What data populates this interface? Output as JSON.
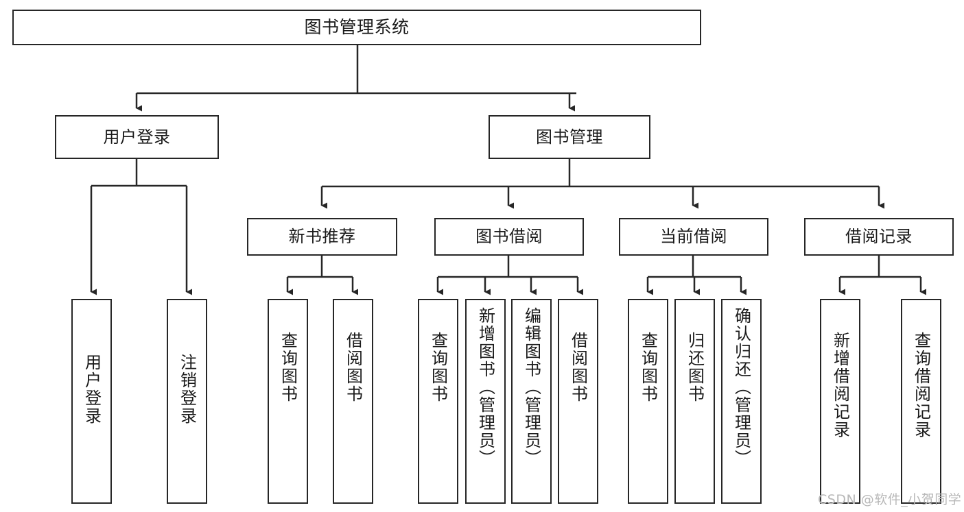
{
  "diagram": {
    "title": "图书管理系统",
    "type": "hierarchy-tree",
    "root": {
      "id": "root",
      "label": "图书管理系统"
    },
    "level2": [
      {
        "id": "user-login",
        "label": "用户登录"
      },
      {
        "id": "book-management",
        "label": "图书管理"
      }
    ],
    "level3": [
      {
        "id": "new-book-recommend",
        "label": "新书推荐",
        "parent": "book-management"
      },
      {
        "id": "book-borrow",
        "label": "图书借阅",
        "parent": "book-management"
      },
      {
        "id": "current-borrow",
        "label": "当前借阅",
        "parent": "book-management"
      },
      {
        "id": "borrow-record",
        "label": "借阅记录",
        "parent": "book-management"
      }
    ],
    "leaves": [
      {
        "id": "leaf-user-login",
        "label": "用户登录",
        "parent": "user-login"
      },
      {
        "id": "leaf-logout",
        "label": "注销登录",
        "parent": "user-login"
      },
      {
        "id": "leaf-query-book-1",
        "label": "查询图书",
        "parent": "new-book-recommend"
      },
      {
        "id": "leaf-borrow-book-1",
        "label": "借阅图书",
        "parent": "new-book-recommend"
      },
      {
        "id": "leaf-query-book-2",
        "label": "查询图书",
        "parent": "book-borrow"
      },
      {
        "id": "leaf-add-book",
        "label": "新增图书（管理员）",
        "parent": "book-borrow"
      },
      {
        "id": "leaf-edit-book",
        "label": "编辑图书（管理员）",
        "parent": "book-borrow"
      },
      {
        "id": "leaf-borrow-book-2",
        "label": "借阅图书",
        "parent": "book-borrow"
      },
      {
        "id": "leaf-query-book-3",
        "label": "查询图书",
        "parent": "current-borrow"
      },
      {
        "id": "leaf-return-book",
        "label": "归还图书",
        "parent": "current-borrow"
      },
      {
        "id": "leaf-confirm-return",
        "label": "确认归还（管理员）",
        "parent": "current-borrow"
      },
      {
        "id": "leaf-add-record",
        "label": "新增借阅记录",
        "parent": "borrow-record"
      },
      {
        "id": "leaf-query-record",
        "label": "查询借阅记录",
        "parent": "borrow-record"
      }
    ]
  },
  "watermark": {
    "text": "CSDN @软件_小贺同学"
  },
  "colors": {
    "stroke": "#262626",
    "background": "#ffffff",
    "text": "#1a1a1a",
    "watermark": "#b8b8b8"
  }
}
